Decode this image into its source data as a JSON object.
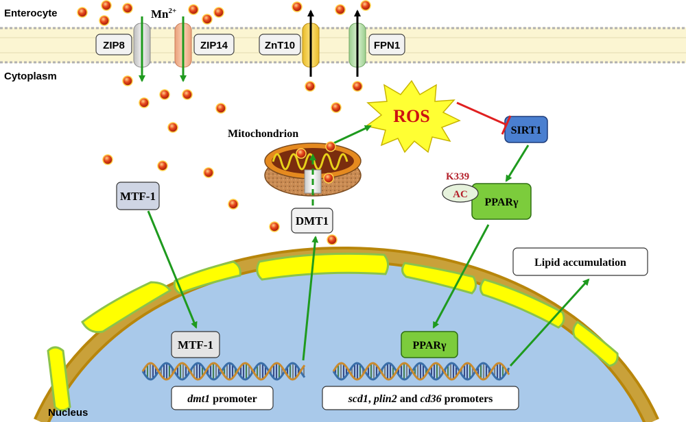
{
  "labels": {
    "enterocyte": "Enterocyte",
    "cytoplasm": "Cytoplasm",
    "nucleus": "Nucleus",
    "mn_base": "Mn",
    "mn_charge": "2+",
    "mitochondrion": "Mitochondrion",
    "ros": "ROS",
    "k339": "K339",
    "ac": "AC"
  },
  "transporters": {
    "zip8": "ZIP8",
    "zip14": "ZIP14",
    "znt10": "ZnT10",
    "fpn1": "FPN1"
  },
  "proteins": {
    "dmt1": "DMT1",
    "mtf1_cyto": "MTF-1",
    "mtf1_nuc": "MTF-1",
    "sirt1": "SIRT1",
    "ppar_cyto": "PPARγ",
    "ppar_nuc": "PPARγ"
  },
  "promoters": {
    "dmt1_gene": "dmt1",
    "dmt1_suffix": " promoter",
    "scd1": "scd1",
    "sep1": ", ",
    "plin2": "plin2",
    "and": " and ",
    "cd36": "cd36",
    "promoters_suffix": " promoters"
  },
  "outcome": {
    "lipid": "Lipid accumulation"
  },
  "colors": {
    "arrow_green": "#1e9a1e",
    "inhibit_red": "#e02020",
    "ion_red": "#e0301a",
    "nucleus_fill": "#a9c9ea",
    "envelope_yellow": "#ffff00",
    "envelope_brown": "#b8860b",
    "sirt1_blue": "#4a7fd0",
    "ppar_green": "#7ccc3c",
    "ros_yellow": "#ffff33",
    "mito_brown": "#c78a52"
  }
}
